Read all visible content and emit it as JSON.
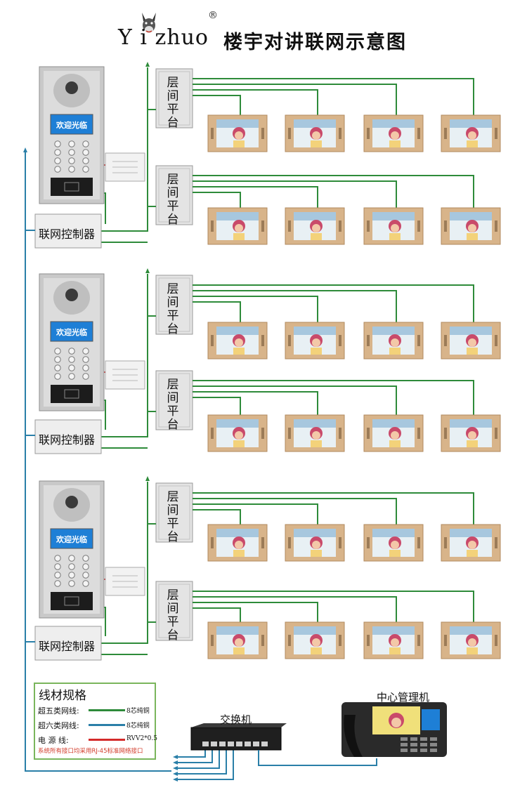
{
  "header": {
    "brand": "Y i zhuo",
    "registered_mark": "®",
    "title": "楼宇对讲联网示意图"
  },
  "door_station": {
    "screen_text": "欢迎光临"
  },
  "labels": {
    "controller": "联网控制器",
    "floor_platform": [
      "层",
      "间",
      "平",
      "台"
    ],
    "switch": "交换机",
    "center_manager": "中心管理机"
  },
  "legend": {
    "title": "线材规格",
    "rows": [
      {
        "name": "超五类网线:",
        "spec": "8芯纯铜",
        "color": "#2e8b3a"
      },
      {
        "name": "超六类网线:",
        "spec": "8芯纯铜",
        "color": "#2a7fa8"
      },
      {
        "name": "电  源  线:",
        "spec": "RVV2*0.5",
        "color": "#d42a2a"
      }
    ],
    "note": "系统所有接口均采用RJ-45标准网络接口"
  },
  "colors": {
    "cat5": "#2e8b3a",
    "cat6": "#2a7fa8",
    "power": "#d42a2a",
    "monitor_frame": "#d8b48a",
    "door_panel": "#c9c9c9",
    "screen_blue": "#1e7fd6"
  }
}
